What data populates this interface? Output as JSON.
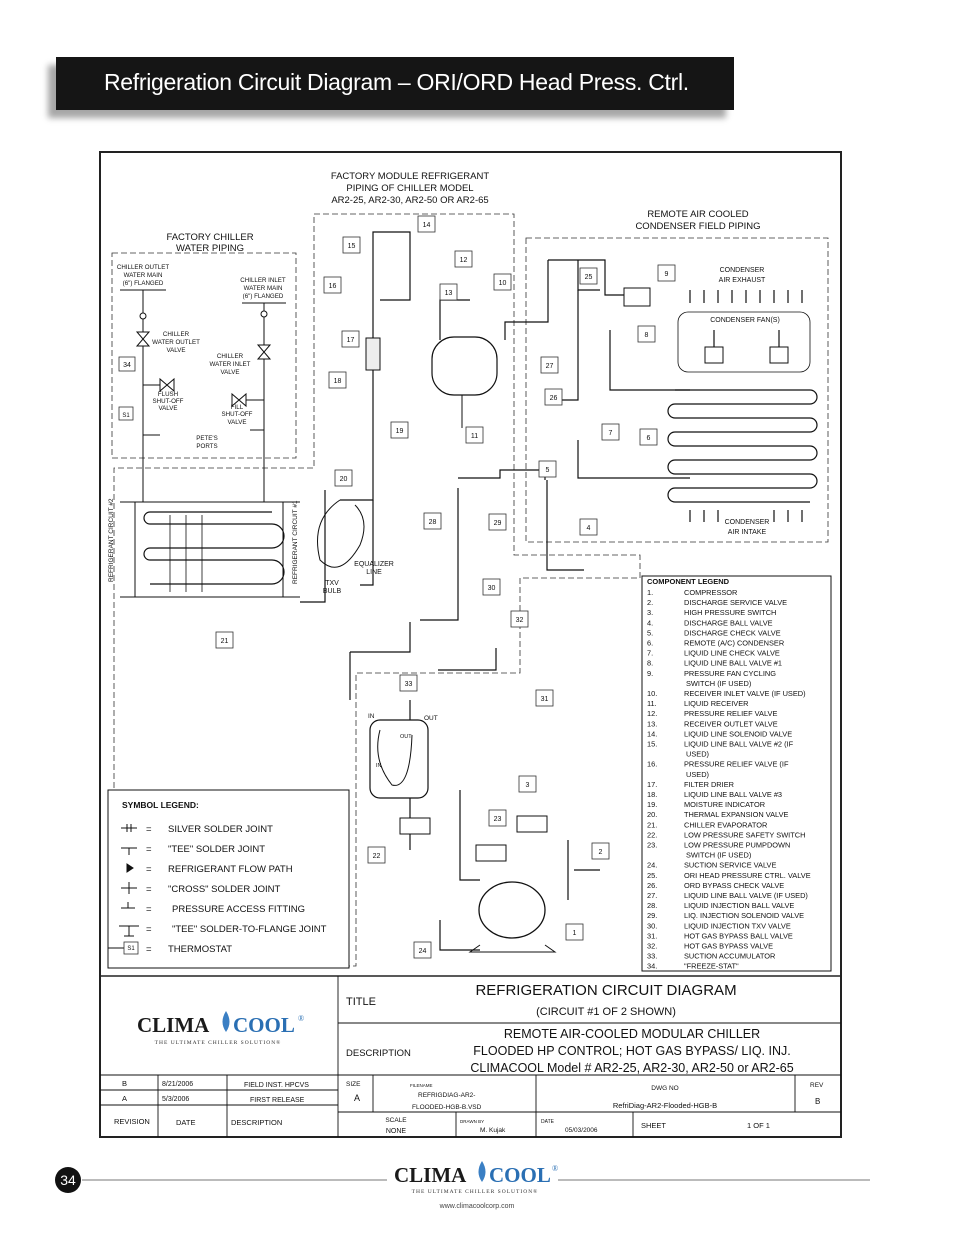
{
  "header": {
    "title": "Refrigeration Circuit Diagram – ORI/ORD Head Press. Ctrl."
  },
  "regions": {
    "factory_module": [
      "FACTORY MODULE REFRIGERANT",
      "PIPING OF CHILLER MODEL",
      "AR2-25, AR2-30, AR2-50 OR AR2-65"
    ],
    "factory_chiller": [
      "FACTORY CHILLER",
      "WATER PIPING"
    ],
    "remote_condenser": [
      "REMOTE AIR COOLED",
      "CONDENSER FIELD PIPING"
    ]
  },
  "labels": {
    "chiller_outlet_main": [
      "CHILLER OUTLET",
      "WATER MAIN",
      "(6\") FLANGED"
    ],
    "chiller_inlet_main": [
      "CHILLER INLET",
      "WATER MAIN",
      "(6\") FLANGED"
    ],
    "outlet_valve": [
      "CHILLER",
      "WATER OUTLET",
      "VALVE"
    ],
    "inlet_valve": [
      "CHILLER",
      "WATER INLET",
      "VALVE"
    ],
    "flush_valve": [
      "FLUSH",
      "SHUT-OFF",
      "VALVE"
    ],
    "fill_valve": [
      "FILL",
      "SHUT-OFF",
      "VALVE"
    ],
    "petes_ports": [
      "PETE'S",
      "PORTS"
    ],
    "refrigerant_circuit_2": "REFRIGERANT CIRCUIT #2",
    "refrigerant_circuit_1": "REFRIGERANT CIRCUIT #1",
    "equalizer_line": [
      "EQUALIZER",
      "LINE"
    ],
    "txv_bulb": [
      "TXV",
      "BULB"
    ],
    "condenser_air_exhaust": [
      "CONDENSER",
      "AIR EXHAUST"
    ],
    "condenser_fans": "CONDENSER FAN(S)",
    "condenser_air_intake": [
      "CONDENSER",
      "AIR INTAKE"
    ],
    "accum_in": "IN",
    "accum_out": "OUT",
    "accum_in_inner": "IN",
    "accum_out_inner": "OUT",
    "s1": "S1"
  },
  "callouts": [
    "1",
    "2",
    "3",
    "4",
    "5",
    "6",
    "7",
    "8",
    "9",
    "10",
    "11",
    "12",
    "13",
    "14",
    "15",
    "16",
    "17",
    "18",
    "19",
    "20",
    "21",
    "22",
    "23",
    "24",
    "25",
    "26",
    "27",
    "28",
    "29",
    "30",
    "31",
    "32",
    "33",
    "34"
  ],
  "component_legend": {
    "title": "COMPONENT LEGEND",
    "items": [
      [
        "1.",
        "COMPRESSOR"
      ],
      [
        "2.",
        "DISCHARGE SERVICE VALVE"
      ],
      [
        "3.",
        "HIGH PRESSURE SWITCH"
      ],
      [
        "4.",
        "DISCHARGE BALL VALVE"
      ],
      [
        "5.",
        "DISCHARGE CHECK VALVE"
      ],
      [
        "6.",
        "REMOTE (A/C) CONDENSER"
      ],
      [
        "7.",
        "LIQUID LINE CHECK VALVE"
      ],
      [
        "8.",
        "LIQUID LINE BALL VALVE #1"
      ],
      [
        "9.",
        "PRESSURE FAN CYCLING"
      ],
      [
        "",
        "SWITCH (IF USED)"
      ],
      [
        "10.",
        "RECEIVER INLET VALVE (IF USED)"
      ],
      [
        "11.",
        "LIQUID RECEIVER"
      ],
      [
        "12.",
        "PRESSURE RELIEF VALVE"
      ],
      [
        "13.",
        "RECEIVER OUTLET VALVE"
      ],
      [
        "14.",
        "LIQUID LINE SOLENOID VALVE"
      ],
      [
        "15.",
        "LIQUID LINE BALL VALVE #2 (IF"
      ],
      [
        "",
        "USED)"
      ],
      [
        "16.",
        "PRESSURE RELIEF VALVE (IF"
      ],
      [
        "",
        "USED)"
      ],
      [
        "17.",
        "FILTER DRIER"
      ],
      [
        "18.",
        "LIQUID LINE BALL VALVE #3"
      ],
      [
        "19.",
        "MOISTURE INDICATOR"
      ],
      [
        "20.",
        "THERMAL EXPANSION VALVE"
      ],
      [
        "21.",
        "CHILLER EVAPORATOR"
      ],
      [
        "22.",
        "LOW PRESSURE SAFETY SWITCH"
      ],
      [
        "23.",
        "LOW PRESSURE PUMPDOWN"
      ],
      [
        "",
        "SWITCH (IF USED)"
      ],
      [
        "24.",
        "SUCTION SERVICE VALVE"
      ],
      [
        "25.",
        "ORI HEAD PRESSURE CTRL. VALVE"
      ],
      [
        "26.",
        "ORD BYPASS CHECK VALVE"
      ],
      [
        "27.",
        "LIQUID LINE BALL VALVE (IF USED)"
      ],
      [
        "28.",
        "LIQUID INJECTION BALL VALVE"
      ],
      [
        "29.",
        "LIQ. INJECTION SOLENOID VALVE"
      ],
      [
        "30.",
        "LIQUID INJECTION TXV VALVE"
      ],
      [
        "31.",
        "HOT GAS BYPASS BALL VALVE"
      ],
      [
        "32.",
        "HOT GAS BYPASS VALVE"
      ],
      [
        "33.",
        "SUCTION ACCUMULATOR"
      ],
      [
        "34.",
        "\"FREEZE-STAT\""
      ]
    ]
  },
  "symbol_legend": {
    "title": "SYMBOL LEGEND:",
    "eq": "=",
    "items": [
      "SILVER SOLDER JOINT",
      "\"TEE\" SOLDER JOINT",
      "REFRIGERANT FLOW PATH",
      "\"CROSS\" SOLDER JOINT",
      "PRESSURE ACCESS FITTING",
      "\"TEE\" SOLDER-TO-FLANGE JOINT",
      "THERMOSTAT"
    ],
    "thermostat_tag": "S1"
  },
  "title_block": {
    "logo_clima": "CLIMA",
    "logo_cool": "COOL",
    "logo_reg": "®",
    "logo_tagline": "THE ULTIMATE CHILLER SOLUTION®",
    "title_label": "TITLE",
    "title_line1": "REFRIGERATION CIRCUIT DIAGRAM",
    "title_line2": "(CIRCUIT #1 OF 2 SHOWN)",
    "description_label": "DESCRIPTION",
    "desc_line1": "REMOTE AIR-COOLED MODULAR CHILLER",
    "desc_line2": "FLOODED HP CONTROL; HOT GAS BYPASS/ LIQ. INJ.",
    "desc_line3": "CLIMACOOL Model # AR2-25, AR2-30, AR2-50 or AR2-65",
    "rev_b": "B",
    "rev_b_date": "8/21/2006",
    "rev_b_desc": "FIELD INST. HPCVS",
    "rev_a": "A",
    "rev_a_date": "5/3/2006",
    "rev_a_desc": "FIRST RELEASE",
    "col_revision": "REVISION",
    "col_date": "DATE",
    "col_description": "DESCRIPTION",
    "size_label": "SIZE",
    "size_value": "A",
    "filename_label": "FILENAME",
    "filename_line1": "REFRIGDIAG-AR2-",
    "filename_line2": "FLOODED-HGB-B.VSD",
    "dwg_label": "DWG NO",
    "dwg_value": "RefriDiag-AR2-Flooded-HGB-B",
    "rev_label": "REV",
    "rev_value": "B",
    "scale_label": "SCALE",
    "scale_value": "NONE",
    "drawn_label": "DRAWN BY",
    "drawn_value": "M. Kujak",
    "date_label": "DATE",
    "date_value": "05/03/2006",
    "sheet_label": "SHEET",
    "sheet_value": "1 OF 1"
  },
  "footer": {
    "page_number": "34",
    "logo_clima": "CLIMA",
    "logo_cool": "COOL",
    "logo_reg": "®",
    "tagline": "THE ULTIMATE CHILLER SOLUTION®",
    "url": "www.climacoolcorp.com"
  }
}
